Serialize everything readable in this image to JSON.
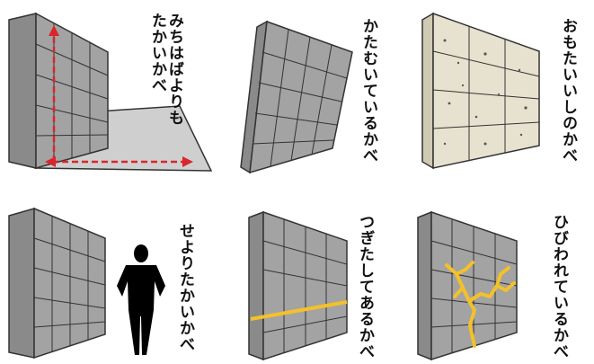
{
  "panels": [
    {
      "label": "みちはばよりも\nたかいかべ"
    },
    {
      "label": "かたむいているかべ"
    },
    {
      "label": "おもたいいしのかべ"
    },
    {
      "label": "せよりたかいかべ"
    },
    {
      "label": "つぎたしてあるかべ"
    },
    {
      "label": "ひびわれているかべ"
    }
  ],
  "colors": {
    "wall_face": "#a3a3a3",
    "wall_side": "#8a8a8a",
    "wall_outline": "#333333",
    "stone_face": "#e6e2cf",
    "ground": "#cfcfcf",
    "arrow_red": "#d8262b",
    "line_yellow": "#f3c12a"
  },
  "icons": [
    "person-silhouette-icon"
  ]
}
